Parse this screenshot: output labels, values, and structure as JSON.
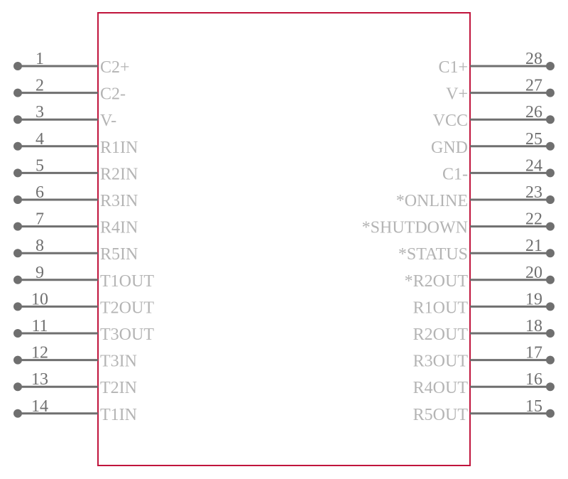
{
  "colors": {
    "body_outline": "#c0143c",
    "pin_line": "#6f6f6f",
    "pin_number": "#6f6f6f",
    "pin_label": "#b4b4b4",
    "background": "#ffffff"
  },
  "left_pins": [
    {
      "number": "1",
      "name": "C2+"
    },
    {
      "number": "2",
      "name": "C2-"
    },
    {
      "number": "3",
      "name": "V-"
    },
    {
      "number": "4",
      "name": "R1IN"
    },
    {
      "number": "5",
      "name": "R2IN"
    },
    {
      "number": "6",
      "name": "R3IN"
    },
    {
      "number": "7",
      "name": "R4IN"
    },
    {
      "number": "8",
      "name": "R5IN"
    },
    {
      "number": "9",
      "name": "T1OUT"
    },
    {
      "number": "10",
      "name": "T2OUT"
    },
    {
      "number": "11",
      "name": "T3OUT"
    },
    {
      "number": "12",
      "name": "T3IN"
    },
    {
      "number": "13",
      "name": "T2IN"
    },
    {
      "number": "14",
      "name": "T1IN"
    }
  ],
  "right_pins": [
    {
      "number": "28",
      "name": "C1+"
    },
    {
      "number": "27",
      "name": "V+"
    },
    {
      "number": "26",
      "name": "VCC"
    },
    {
      "number": "25",
      "name": "GND"
    },
    {
      "number": "24",
      "name": "C1-"
    },
    {
      "number": "23",
      "name": "*ONLINE"
    },
    {
      "number": "22",
      "name": "*SHUTDOWN"
    },
    {
      "number": "21",
      "name": "*STATUS"
    },
    {
      "number": "20",
      "name": "*R2OUT"
    },
    {
      "number": "19",
      "name": "R1OUT"
    },
    {
      "number": "18",
      "name": "R2OUT"
    },
    {
      "number": "17",
      "name": "R3OUT"
    },
    {
      "number": "16",
      "name": "R4OUT"
    },
    {
      "number": "15",
      "name": "R5OUT"
    }
  ]
}
